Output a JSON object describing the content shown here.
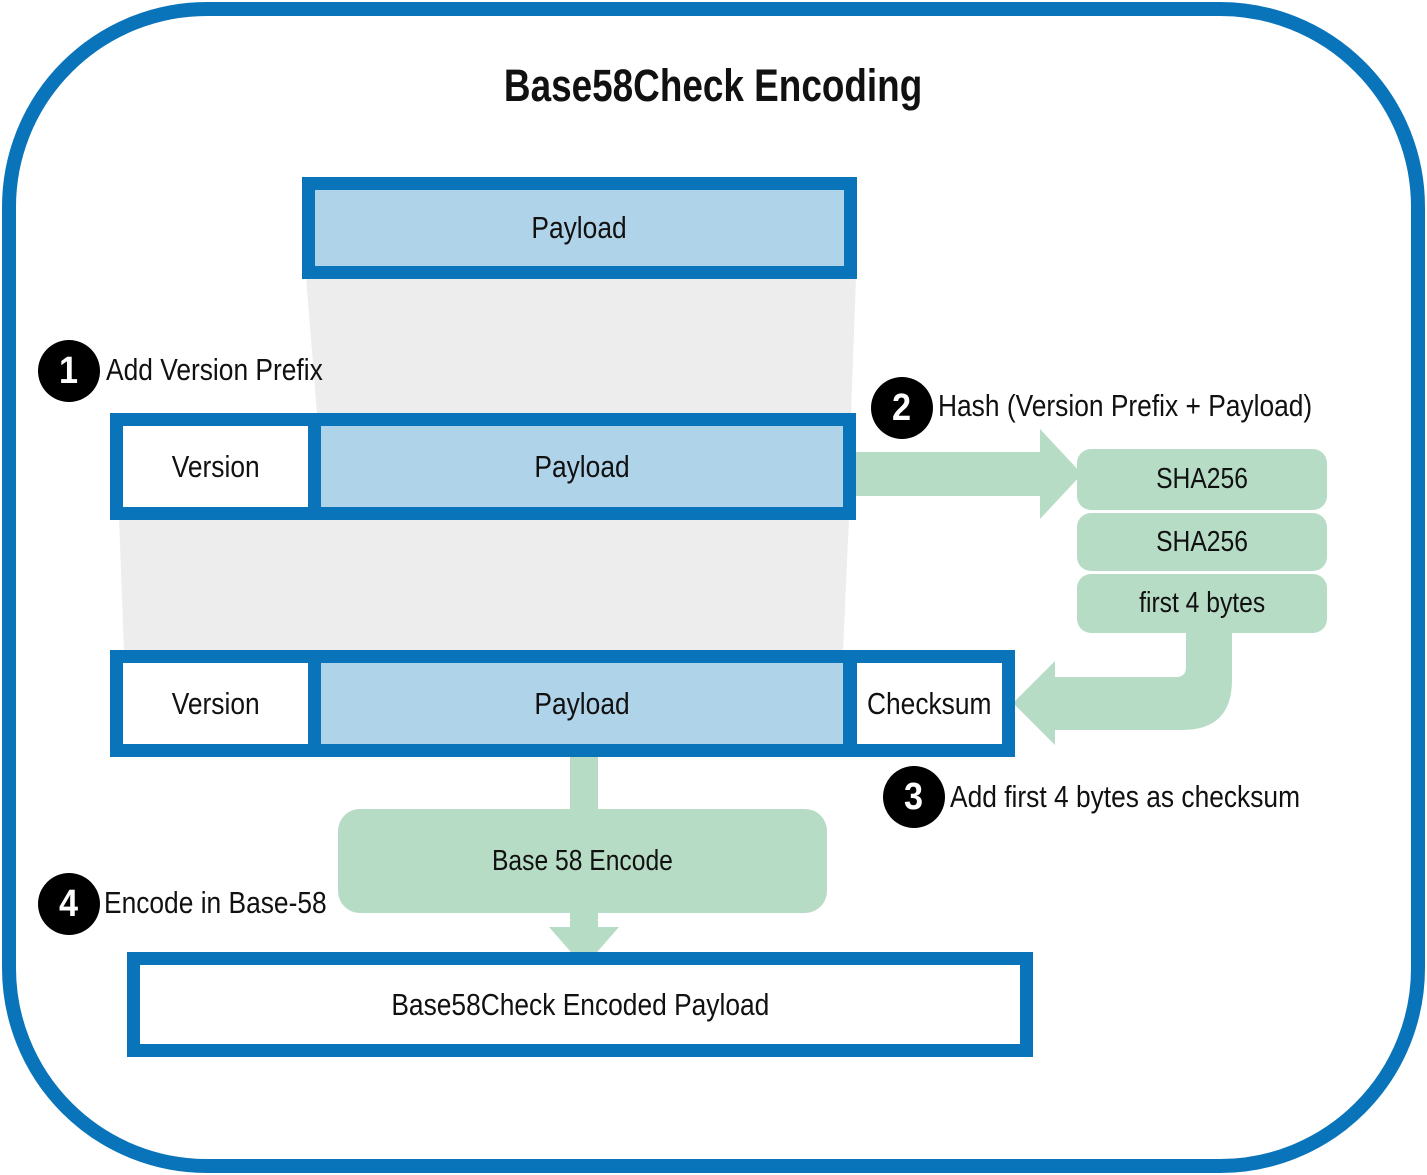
{
  "title": "Base58Check Encoding",
  "colors": {
    "frame_and_box_border": "#0a74ba",
    "payload_fill": "#afd3e9",
    "process_green": "#b7dcc5",
    "funnel_gray": "#ededed",
    "step_circle": "#000000",
    "step_number": "#ffffff"
  },
  "flow": {
    "payload_top": "Payload",
    "row2": {
      "version": "Version",
      "payload": "Payload"
    },
    "row3": {
      "version": "Version",
      "payload": "Payload",
      "checksum": "Checksum"
    },
    "hash_stack": [
      "SHA256",
      "SHA256",
      "first 4 bytes"
    ],
    "base58_box": "Base 58 Encode",
    "final_box": "Base58Check Encoded Payload"
  },
  "steps": [
    {
      "number": "1",
      "label": "Add Version Prefix"
    },
    {
      "number": "2",
      "label": "Hash (Version Prefix + Payload)"
    },
    {
      "number": "3",
      "label": "Add first 4 bytes as checksum"
    },
    {
      "number": "4",
      "label": "Encode in Base-58"
    }
  ]
}
